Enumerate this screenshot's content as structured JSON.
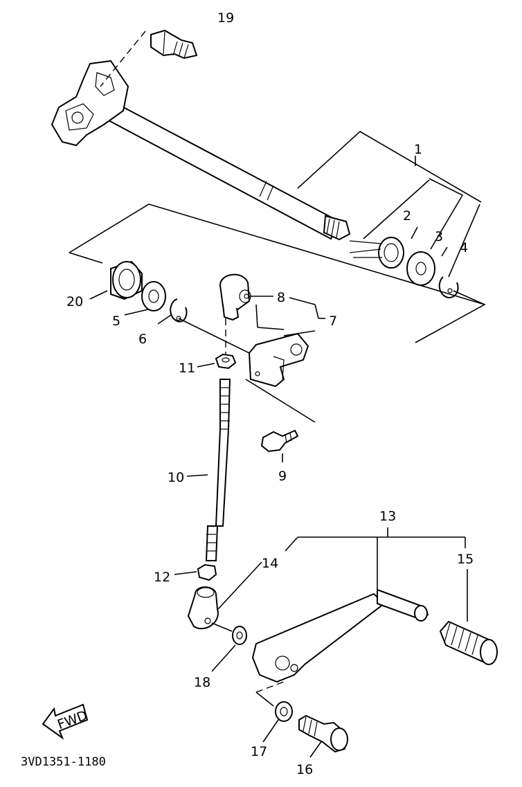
{
  "labels": {
    "l1": "1",
    "l2": "2",
    "l3": "3",
    "l4": "4",
    "l5": "5",
    "l6": "6",
    "l7": "7",
    "l8": "8",
    "l9": "9",
    "l10": "10",
    "l11": "11",
    "l12": "12",
    "l13": "13",
    "l14": "14",
    "l15": "15",
    "l16": "16",
    "l17": "17",
    "l18": "18",
    "l19": "19",
    "l20": "20"
  },
  "fwd": "FWD",
  "code": "3VD1351-1180"
}
